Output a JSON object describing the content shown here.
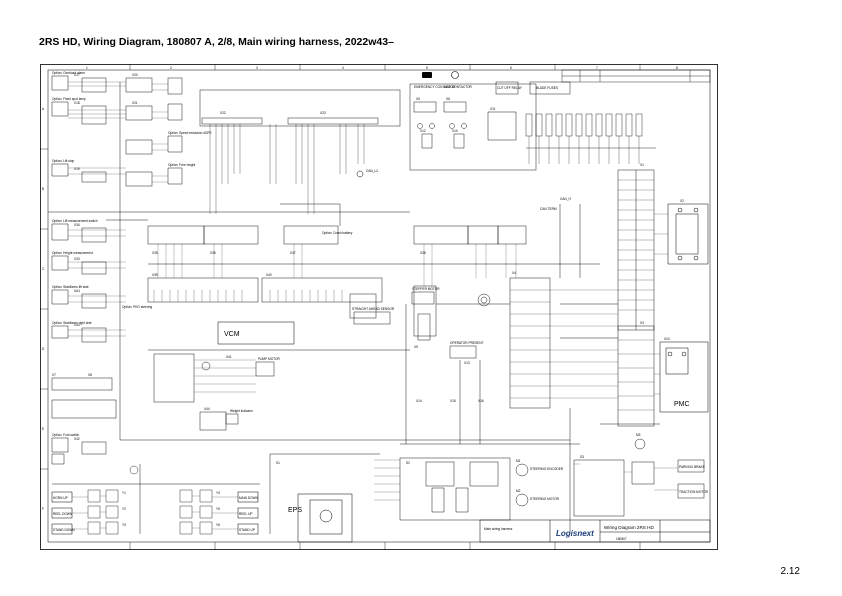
{
  "page": {
    "title": "2RS HD, Wiring Diagram, 180807 A, 2/8, Main wiring harness, 2022w43–",
    "number": "2.12"
  },
  "labels": {
    "emergency_contactor": "EMERGENCY CONTACTOR",
    "line_contactor": "LINE CONTACTOR",
    "cut_off_relay": "CUT OFF RELAY",
    "blade_fuses": "BLADE FUSES",
    "vcm": "VCM",
    "pmc": "PMC",
    "eps": "EPS",
    "stepper_motor": "STEPPER MOTOR",
    "straight_ahead_sensor": "STRAIGHT AHEAD SENSOR",
    "operator_present": "OPERATOR PRESENT",
    "steering_motor": "STEERING MOTOR",
    "steering_encoder": "STEERING ENCODER",
    "pump_motor": "PUMP MOTOR",
    "weight_indicator": "Weight indicator",
    "traction_motor": "TRACTION MOTOR",
    "parking_brake": "PARKING BRAKE",
    "can_term": "CAN TERM",
    "brand": "Logisnext",
    "title_block_desc": "Main wiring harness",
    "title_block_title": "Wiring Diagram 2RS HD",
    "title_block_no": "180807",
    "options": [
      "Option: Overload alarm",
      "Option: Fixed spot lamp",
      "Option: Speed reduction 4GP2",
      "Option: Free height",
      "Option: Lift stop",
      "Option: Lift measurement switch",
      "Option: Height measurement",
      "Option: Stabilizers lift side",
      "Option: Stabilizers right side",
      "Option: Foot switch",
      "Option: Crash battery",
      "Option: PKG steering"
    ],
    "buttons": [
      "HORN UP",
      "REEL DOWN",
      "STAND DOWN",
      "MAIN DOWN",
      "REEL UP",
      "STAND UP"
    ]
  },
  "connectors": {
    "top": [
      "X22",
      "X23",
      "CAN_L2",
      "CAN_H",
      "X5",
      "X6",
      "X11",
      "X12",
      "X10",
      "X2"
    ],
    "left": [
      "X17",
      "X18",
      "X19",
      "X20",
      "X21",
      "X34",
      "X33",
      "XA1",
      "X43",
      "X7",
      "X42",
      "X8"
    ],
    "mid": [
      "X35",
      "X36",
      "X37",
      "X38",
      "X39",
      "X40",
      "X41",
      "X44",
      "X45",
      "X46",
      "X47",
      "X48"
    ],
    "right": [
      "X1",
      "X3",
      "X4",
      "X9",
      "X13",
      "X14",
      "X15",
      "X16",
      "X24",
      "X25",
      "X26",
      "X27"
    ],
    "bottom": [
      "Y1",
      "Y2",
      "Y3",
      "Y4",
      "Y5",
      "Y6",
      "M1",
      "M2",
      "M3",
      "S1",
      "S2",
      "S3"
    ]
  },
  "grid": {
    "cols": [
      "1",
      "2",
      "3",
      "4",
      "5",
      "6",
      "7",
      "8"
    ],
    "rows": [
      "A",
      "B",
      "C",
      "D",
      "E",
      "F"
    ]
  }
}
